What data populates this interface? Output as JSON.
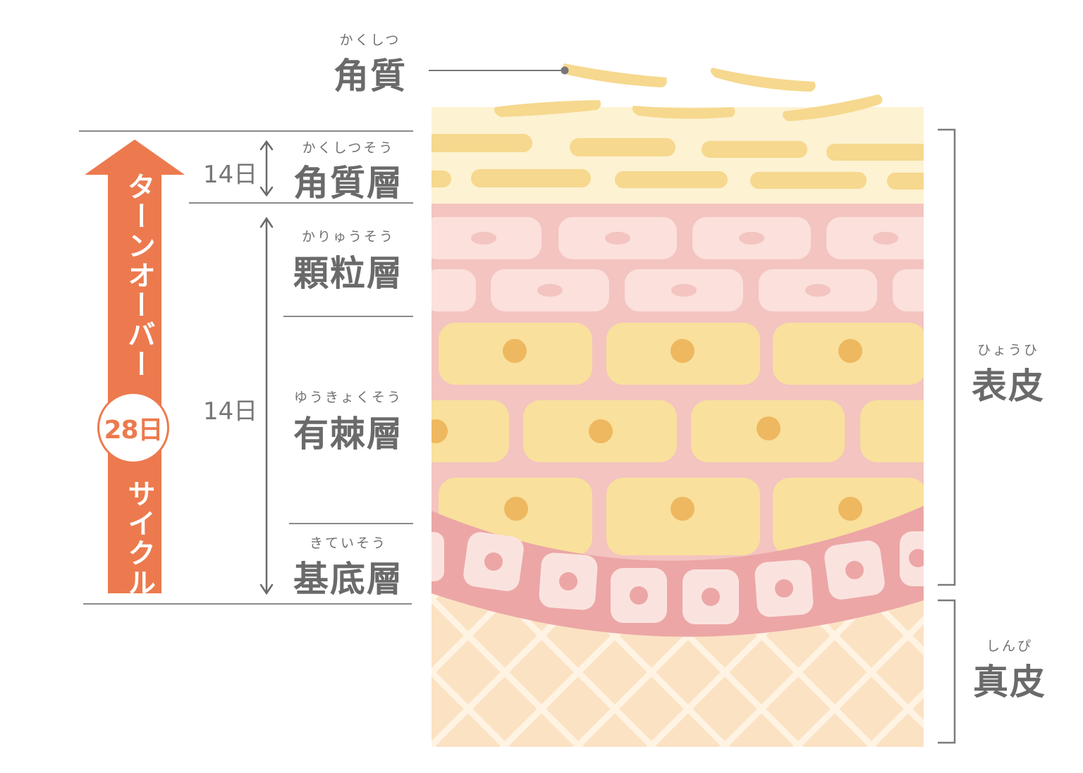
{
  "layers": {
    "kakushitsu": {
      "ruby": "かくしつ",
      "name": "角質"
    },
    "kakushitsuso": {
      "ruby": "かくしつそう",
      "name": "角質層"
    },
    "karyuso": {
      "ruby": "かりゅうそう",
      "name": "顆粒層"
    },
    "yukyokuso": {
      "ruby": "ゆうきょくそう",
      "name": "有棘層"
    },
    "kiteiso": {
      "ruby": "きていそう",
      "name": "基底層"
    }
  },
  "regions": {
    "hyohi": {
      "ruby": "ひょうひ",
      "name": "表皮"
    },
    "shinpi": {
      "ruby": "しんぴ",
      "name": "真皮"
    }
  },
  "durations": {
    "upper": "14日",
    "lower": "14日"
  },
  "turnover": {
    "title": "ターンオーバー",
    "total": "28日",
    "subtitle": "サイクル",
    "color": "#ec7a4e"
  },
  "colors": {
    "stratum_corneum": "#fdf2d2",
    "corneum_cells": "#f6d88e",
    "granular_bg": "#f3c4c0",
    "granular_cells": "#fbe0dc",
    "spinous_cells": "#f9e09c",
    "spinous_nucleus": "#eeb860",
    "basal_band": "#eca6a6",
    "basal_cells": "#fae3df",
    "dermis": "#fbe2c3",
    "dermis_mesh": "#fff3e3",
    "lines": "#8a8a8a"
  }
}
